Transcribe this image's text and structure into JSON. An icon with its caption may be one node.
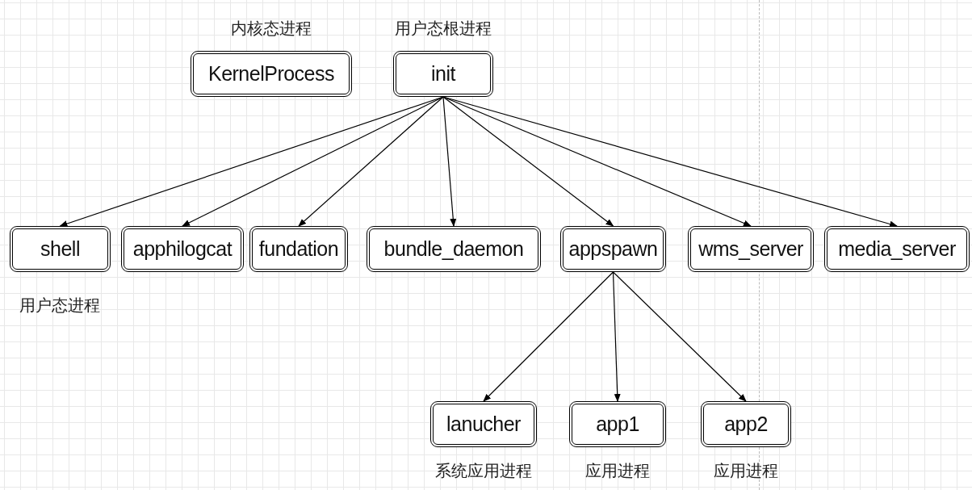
{
  "diagram": {
    "nodes": [
      {
        "text": [
          "KernelProcess"
        ],
        "beside": [
          "内核态进程"
        ]
      },
      {
        "text": [
          "init"
        ],
        "beside": [
          "用户态根进程"
        ]
      },
      {
        "text": [
          "shell"
        ],
        "beside": [
          "用户态进程"
        ]
      },
      {
        "text": [
          "apphilogcat"
        ]
      },
      {
        "text": [
          "fundation"
        ]
      },
      {
        "text": [
          "bundle_daemon"
        ]
      },
      {
        "text": [
          "appspawn"
        ]
      },
      {
        "text": [
          "wms_server"
        ]
      },
      {
        "text": [
          "media_server"
        ]
      },
      {
        "text": [
          "lanucher"
        ],
        "beside": [
          "系统应用进程"
        ]
      },
      {
        "text": [
          "app1"
        ],
        "beside": [
          "应用进程"
        ]
      },
      {
        "text": [
          "app2"
        ],
        "beside": [
          "应用进程"
        ]
      }
    ],
    "edges": [
      {
        "from": 1,
        "to": 2,
        "arrow": "to"
      },
      {
        "from": 1,
        "to": 3,
        "arrow": "to"
      },
      {
        "from": 1,
        "to": 4,
        "arrow": "to"
      },
      {
        "from": 1,
        "to": 5,
        "arrow": "to"
      },
      {
        "from": 1,
        "to": 6,
        "arrow": "to"
      },
      {
        "from": 1,
        "to": 7,
        "arrow": "to"
      },
      {
        "from": 1,
        "to": 8,
        "arrow": "to"
      },
      {
        "from": 6,
        "to": 9,
        "arrow": "to"
      },
      {
        "from": 6,
        "to": 10,
        "arrow": "to"
      },
      {
        "from": 6,
        "to": 11,
        "arrow": "to"
      }
    ]
  }
}
